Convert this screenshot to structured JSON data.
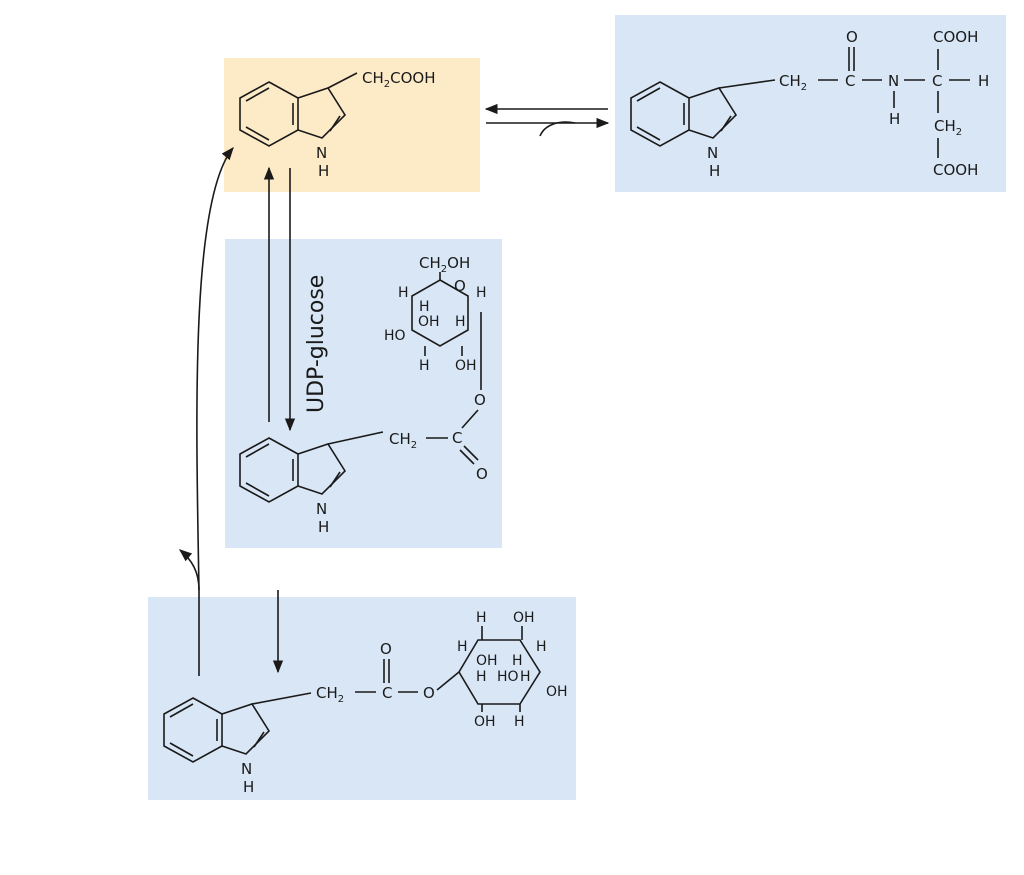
{
  "colors": {
    "free_box": "#fdebc8",
    "conjugate_box": "#d8e6f5",
    "ink": "#1a1a1a"
  },
  "reagent_label": "UDP-glucose",
  "iaa": {
    "side_chain_main": "CH",
    "side_chain_sub": "2",
    "side_chain_end": "COOH",
    "nh_n": "N",
    "nh_h": "H"
  },
  "iaa_aspartate": {
    "ch2_main": "CH",
    "ch2_sub": "2",
    "c": "C",
    "carbonyl_o": "O",
    "n": "N",
    "n_h": "H",
    "alpha_c": "C",
    "alpha_h": "H",
    "cooh_top": "COOH",
    "ch2b_main": "CH",
    "ch2b_sub": "2",
    "cooh_bottom": "COOH",
    "nh_n": "N",
    "nh_h": "H"
  },
  "iaa_glucose_ester": {
    "ch2oh_main": "CH",
    "ch2oh_sub": "2",
    "ch2oh_end": "OH",
    "ring_o": "O",
    "h1": "H",
    "h2": "H",
    "h3": "H",
    "h4": "H",
    "ho": "HO",
    "oh1": "OH",
    "oh2": "OH",
    "h5": "H",
    "ester_o": "O",
    "c": "C",
    "carbonyl_o": "O",
    "ch2_main": "CH",
    "ch2_sub": "2",
    "nh_n": "N",
    "nh_h": "H"
  },
  "iaa_inositol_ester": {
    "carbonyl_o": "O",
    "ch2_main": "CH",
    "ch2_sub": "2",
    "c": "C",
    "ester_o": "O",
    "t_h": "H",
    "t_oh": "OH",
    "r1_h": "H",
    "r1_oh": "OH",
    "r1_h2": "H",
    "r1_h3": "H",
    "r2_h": "H",
    "r2_ho": "HO",
    "r2_h2": "H",
    "r2_oh": "OH",
    "b_oh": "OH",
    "b_h": "H",
    "nh_n": "N",
    "nh_h": "H"
  }
}
